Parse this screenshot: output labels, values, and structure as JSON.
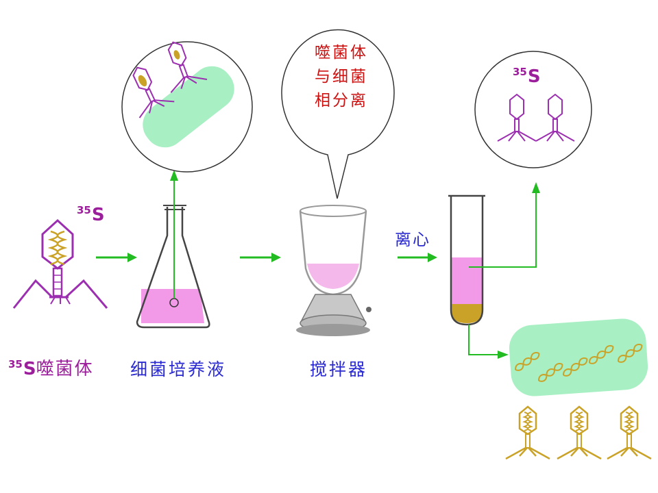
{
  "isotope": {
    "mass": "35",
    "symbol": "S"
  },
  "labels": {
    "phage": "噬菌体",
    "culture": "细菌培养液",
    "blender": "搅拌器",
    "centrifuge": "离心"
  },
  "bubble": {
    "lines": [
      "噬菌体",
      "与细菌",
      "相分离"
    ]
  },
  "colors": {
    "phage_label": "#9b1f9b",
    "process_label": "#2a2ad0",
    "bubble_text": "#cc1111",
    "arrow": "#22bb22",
    "phage_coat": "#9b2fb0",
    "dna": "#c9a227",
    "bacterium": "#a8f0c4",
    "medium": "#f29ae8",
    "pellet": "#c9a227"
  }
}
